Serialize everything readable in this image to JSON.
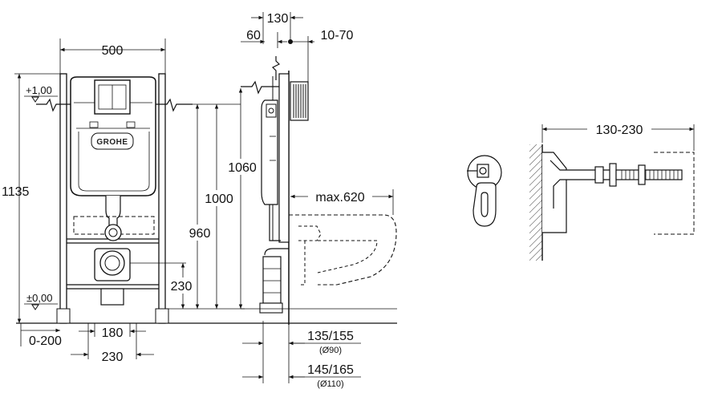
{
  "brand": "GROHE",
  "front_view": {
    "width_label": "500",
    "height_total": "1135",
    "level_top": "+1,00",
    "level_zero": "±0,00",
    "h_1060": "1060",
    "h_1000": "1000",
    "h_960": "960",
    "h_230": "230",
    "offset_label": "0-200",
    "pitch_180": "180",
    "pitch_230": "230"
  },
  "side_view": {
    "depth_130": "130",
    "depth_60": "60",
    "range_10_70": "10-70",
    "max_projection": "max.620",
    "pipe_90_dims": "135/155",
    "pipe_90_dia": "(Ø90)",
    "pipe_110_dims": "145/165",
    "pipe_110_dia": "(Ø110)"
  },
  "bracket_view": {
    "range_label": "130-230"
  }
}
